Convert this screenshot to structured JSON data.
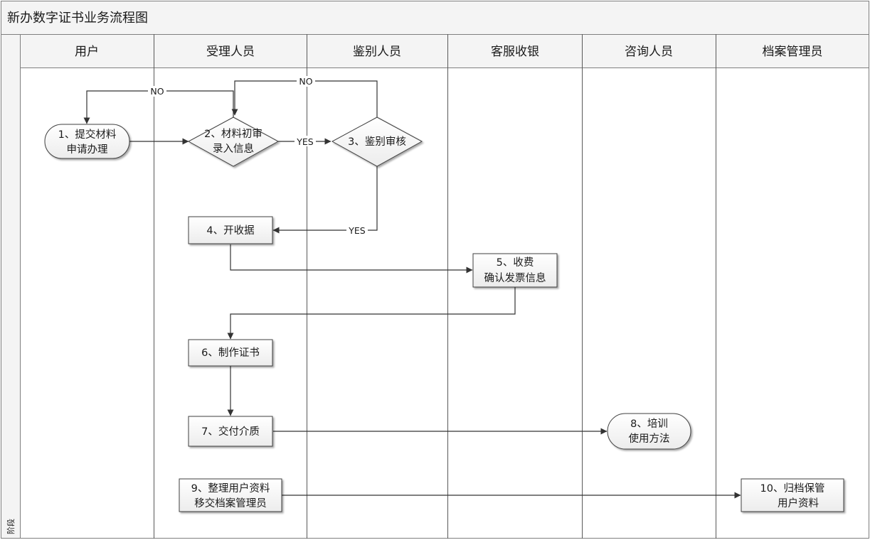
{
  "title": "新办数字证书业务流程图",
  "phase_label": "阶段",
  "lanes": [
    "用户",
    "受理人员",
    "鉴别人员",
    "客服收银",
    "咨询人员",
    "档案管理员"
  ],
  "nodes": [
    {
      "id": "n1",
      "shape": "terminator",
      "lines": [
        "1、提交材料",
        "申请办理"
      ]
    },
    {
      "id": "n2",
      "shape": "decision",
      "lines": [
        "2、材料初审",
        "录入信息"
      ]
    },
    {
      "id": "n3",
      "shape": "decision",
      "lines": [
        "3、鉴别审核"
      ]
    },
    {
      "id": "n4",
      "shape": "process",
      "lines": [
        "4、开收据"
      ]
    },
    {
      "id": "n5",
      "shape": "process",
      "lines": [
        "5、收费",
        "确认发票信息"
      ]
    },
    {
      "id": "n6",
      "shape": "process",
      "lines": [
        "6、制作证书"
      ]
    },
    {
      "id": "n7",
      "shape": "process",
      "lines": [
        "7、交付介质"
      ]
    },
    {
      "id": "n8",
      "shape": "terminator",
      "lines": [
        "8、培训",
        "使用方法"
      ]
    },
    {
      "id": "n9",
      "shape": "process",
      "lines": [
        "9、整理用户资料",
        "移交档案管理员"
      ]
    },
    {
      "id": "n10",
      "shape": "process",
      "lines": [
        "10、归档保管",
        "用户资料"
      ]
    }
  ],
  "edges": [
    {
      "from": "n1",
      "to": "n2",
      "label": ""
    },
    {
      "from": "n2",
      "to": "n3",
      "label": "YES"
    },
    {
      "from": "n2",
      "to": "n1",
      "label": "NO"
    },
    {
      "from": "n3",
      "to": "n2",
      "label": "NO"
    },
    {
      "from": "n3",
      "to": "n4",
      "label": "YES"
    },
    {
      "from": "n4",
      "to": "n5",
      "label": ""
    },
    {
      "from": "n5",
      "to": "n6",
      "label": ""
    },
    {
      "from": "n6",
      "to": "n7",
      "label": ""
    },
    {
      "from": "n7",
      "to": "n8",
      "label": ""
    },
    {
      "from": "n9",
      "to": "n10",
      "label": ""
    }
  ]
}
